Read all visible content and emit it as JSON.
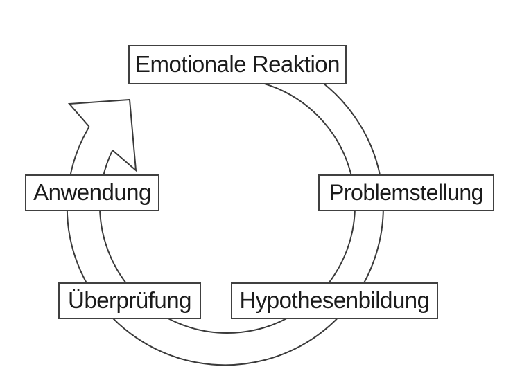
{
  "diagram": {
    "type": "cycle",
    "direction": "clockwise",
    "nodes": [
      {
        "id": "emotionale-reaktion",
        "label": "Emotionale Reaktion",
        "position": "top"
      },
      {
        "id": "problemstellung",
        "label": "Problemstellung",
        "position": "right"
      },
      {
        "id": "hypothesenbildung",
        "label": "Hypothesenbildung",
        "position": "bottom-right"
      },
      {
        "id": "ueberpruefung",
        "label": "Überprüfung",
        "position": "bottom-left"
      },
      {
        "id": "anwendung",
        "label": "Anwendung",
        "position": "left"
      }
    ],
    "connector": {
      "shape": "circular-band-arrow",
      "arrowhead_position": "top-left",
      "arrow_points_toward": "emotionale-reaktion"
    },
    "colors": {
      "background": "#ffffff",
      "line": "#3a3a3a",
      "box_border": "#404040",
      "box_fill": "#ffffff",
      "text": "#1b1b1b"
    }
  }
}
